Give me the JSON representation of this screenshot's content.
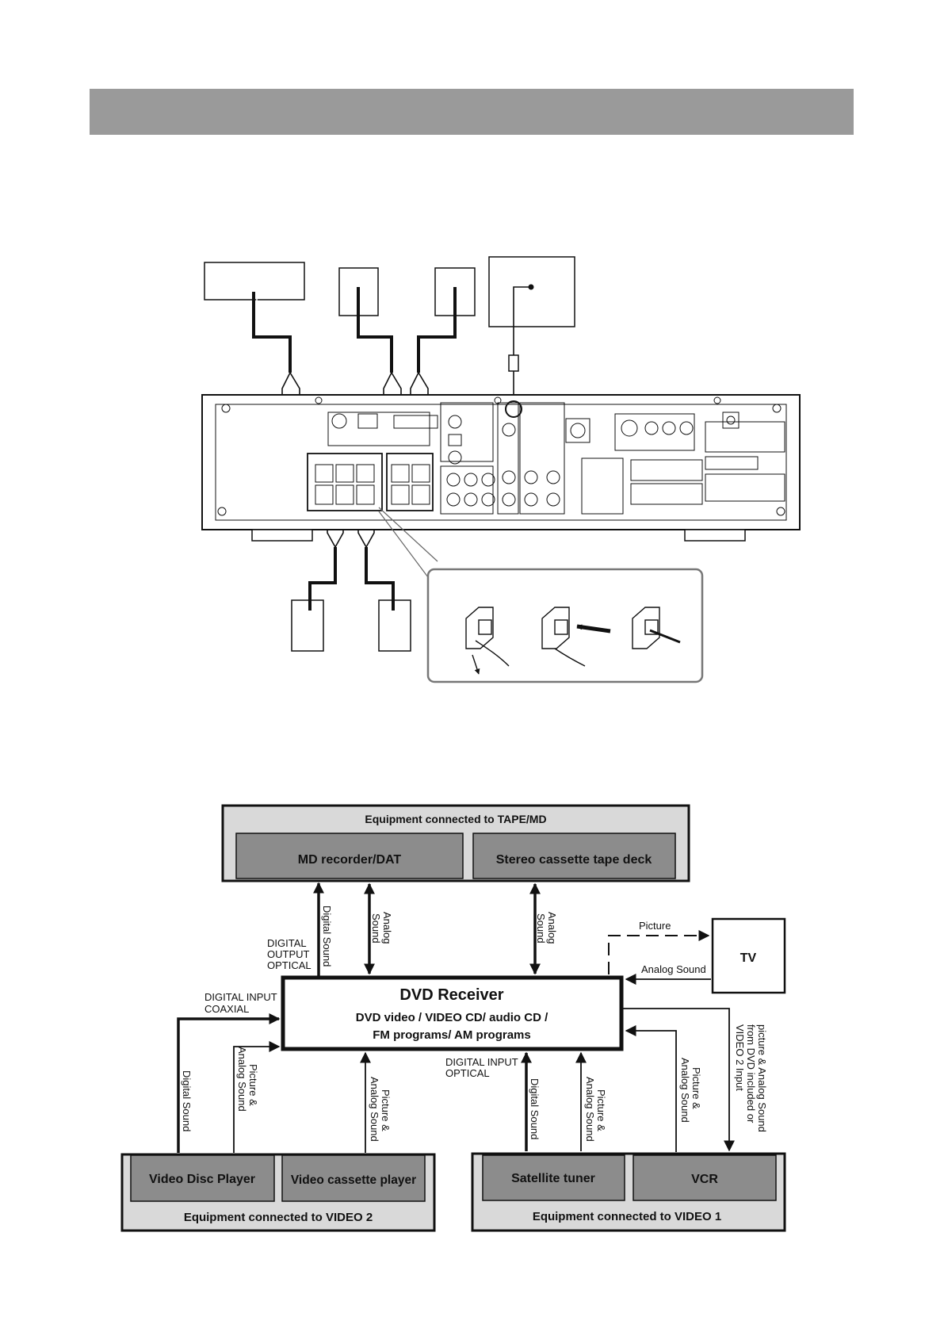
{
  "colors": {
    "header_bar": "#9a9a9a",
    "group_fill": "#d9d9d9",
    "device_fill": "#8c8c8c",
    "line": "#111111"
  },
  "diagram": {
    "tape_group": {
      "title": "Equipment connected to TAPE/MD",
      "left": "MD recorder/DAT",
      "right": "Stereo cassette tape deck"
    },
    "receiver": {
      "title": "DVD Receiver",
      "line1": "DVD video / VIDEO CD/ audio CD /",
      "line2": "FM programs/ AM programs"
    },
    "tv": "TV",
    "video2_group": {
      "title": "Equipment connected to VIDEO 2",
      "left": "Video Disc Player",
      "right": "Video cassette player"
    },
    "video1_group": {
      "title": "Equipment connected to VIDEO 1",
      "left": "Satellite tuner",
      "right": "VCR"
    },
    "labels": {
      "digital_sound": "Digital Sound",
      "analog_sound_1": "Analog",
      "analog_sound_2": "Sound",
      "digital_output_1": "DIGITAL",
      "digital_output_2": "OUTPUT",
      "digital_output_3": "OPTICAL",
      "picture": "Picture",
      "analog_sound": "Analog Sound",
      "digital_input_coaxial_1": "DIGITAL INPUT",
      "digital_input_coaxial_2": "COAXIAL",
      "digital_input_optical_1": "DIGITAL INPUT",
      "digital_input_optical_2": "OPTICAL",
      "picture_amp": "Picture &",
      "picture_dvd_1": "picture & Analog Sound",
      "picture_dvd_2": "from DVD included or",
      "picture_dvd_3": "VIDEO 2 Input"
    }
  }
}
